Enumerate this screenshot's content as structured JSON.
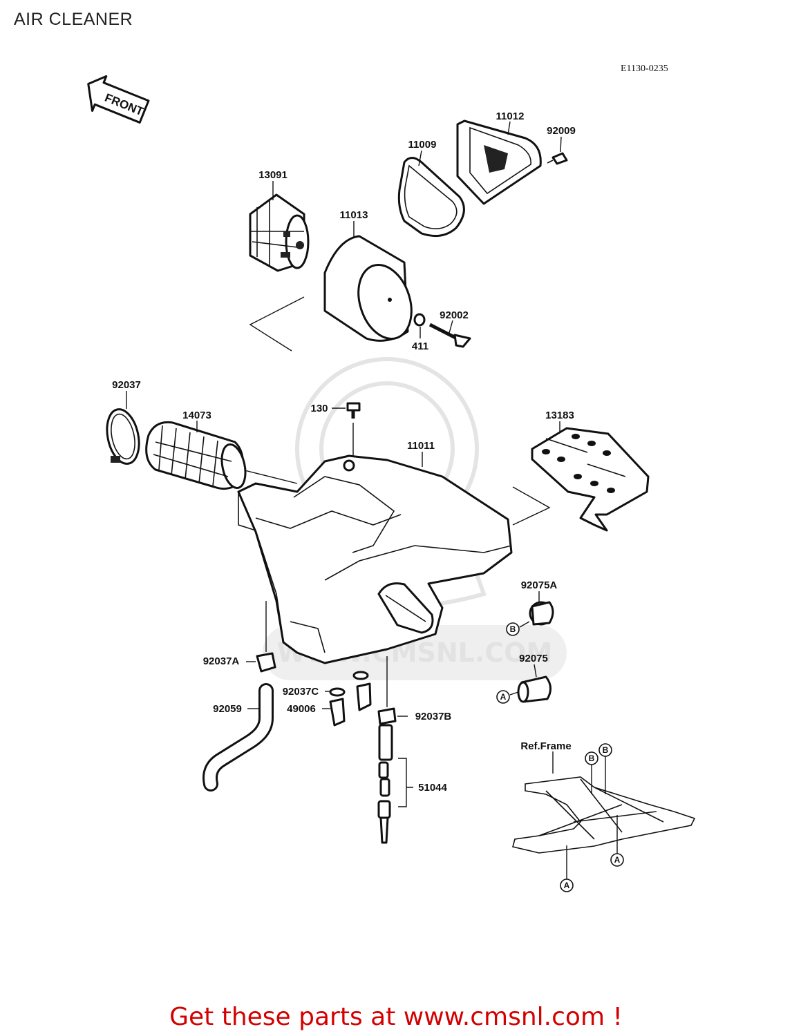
{
  "header": {
    "title": "AIR CLEANER",
    "diagram_code": "E1130-0235"
  },
  "diagram": {
    "front_arrow_text": "FRONT",
    "watermark_text": "WWW.CMSNL.COM",
    "labels": {
      "p13091": "13091",
      "p11013": "11013",
      "p11009": "11009",
      "p11012": "11012",
      "p92009": "92009",
      "p92002": "92002",
      "p411": "411",
      "p92037": "92037",
      "p14073": "14073",
      "p130": "130",
      "p11011": "11011",
      "p13183": "13183",
      "p92075A": "92075A",
      "p92075": "92075",
      "p92037A": "92037A",
      "p92037C": "92037C",
      "p49006": "49006",
      "p92059": "92059",
      "p92037B": "92037B",
      "p51044": "51044",
      "ref_frame": "Ref.Frame"
    },
    "markers": {
      "a": "A",
      "b": "B"
    }
  },
  "footer": {
    "text": "Get these parts at www.cmsnl.com !"
  }
}
